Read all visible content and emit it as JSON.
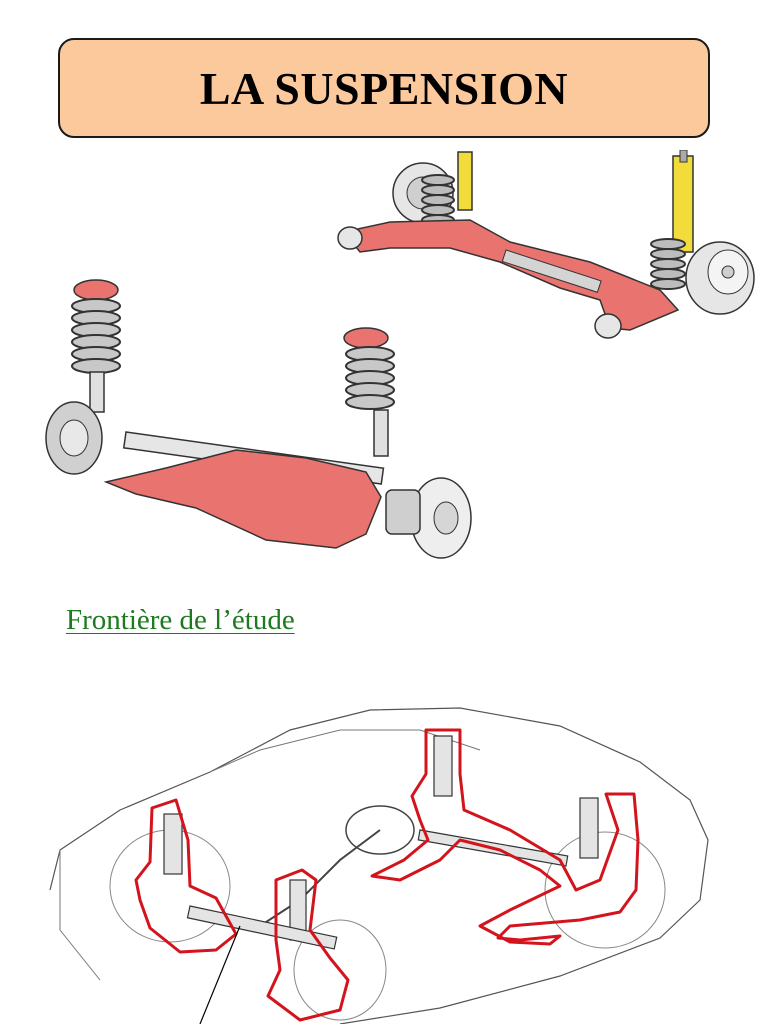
{
  "page": {
    "title": "LA SUSPENSION",
    "section_heading": "Frontière de l’étude"
  },
  "illustrations": {
    "rear_axle": "rear-axle-illustration",
    "front_axle": "front-axle-illustration",
    "car_cutaway": "car-cutaway-illustration"
  },
  "colors": {
    "title_fill": "#fbc99c",
    "heading_green": "#1e7a1e",
    "subframe_red": "#e8736f",
    "shock_yellow": "#f2dc3c",
    "boundary_red": "#d4141c"
  }
}
